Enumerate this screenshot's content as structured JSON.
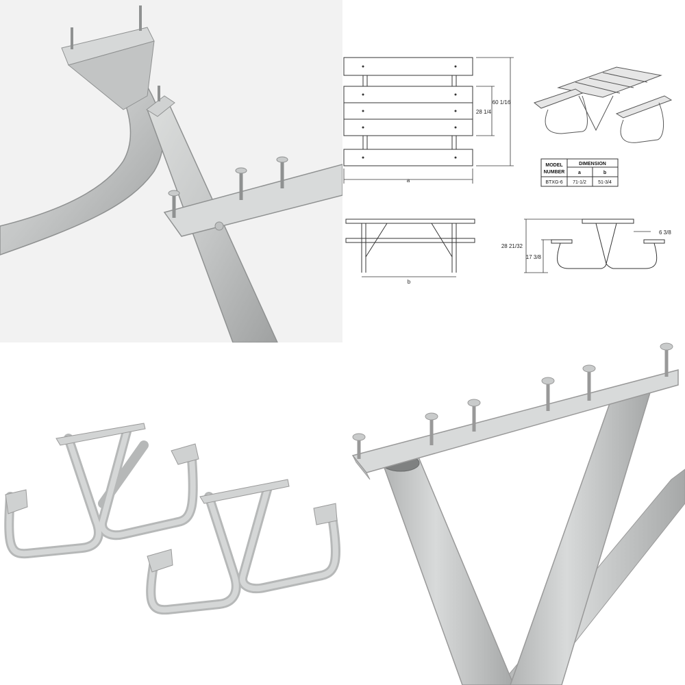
{
  "drawing": {
    "top_view": {
      "dim_overall_depth": "60 1/16",
      "dim_top_depth": "28 1/4",
      "dim_length": "a"
    },
    "side_view": {
      "dim_leg_span": "b"
    },
    "end_view": {
      "dim_total_height": "28 21/32",
      "dim_seat_height": "17 3/8",
      "dim_seat_overhang": "6 3/8"
    },
    "table": {
      "header_model": [
        "MODEL",
        "NUMBER"
      ],
      "header_dimension": "DIMENSION",
      "col_a": "a",
      "col_b": "b",
      "rows": [
        {
          "model": "BTXG-6",
          "a": "71-1/2",
          "b": "51-3/4"
        }
      ]
    }
  },
  "colors": {
    "metal": "#c9cbcb",
    "metal_shadow": "#a9abab",
    "line": "#333333"
  }
}
